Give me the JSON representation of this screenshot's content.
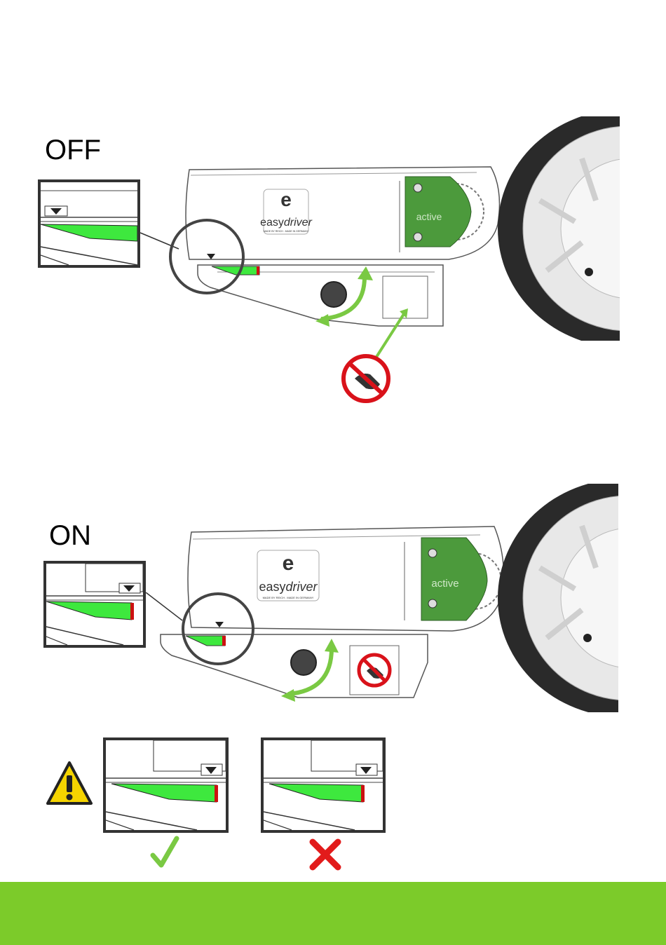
{
  "states": {
    "off": {
      "label": "OFF"
    },
    "on": {
      "label": "ON"
    }
  },
  "device": {
    "brand_prefix": "easy",
    "brand_suffix": "driver",
    "tagline": "MADE BY REICH . MADE IN GERMANY",
    "active_label": "active"
  },
  "icons": {
    "no_touch": "no-hand-touch-icon",
    "warning": "warning-triangle-icon",
    "correct": "check-icon",
    "incorrect": "cross-icon"
  },
  "colors": {
    "accent_green": "#7ac943",
    "indicator_green": "#22dd22",
    "indicator_red": "#cc1111",
    "plate_green": "#4c9a3c",
    "footer": "#7ccb2a",
    "prohibit_red": "#d9121a",
    "warning_yellow": "#f5d400"
  }
}
